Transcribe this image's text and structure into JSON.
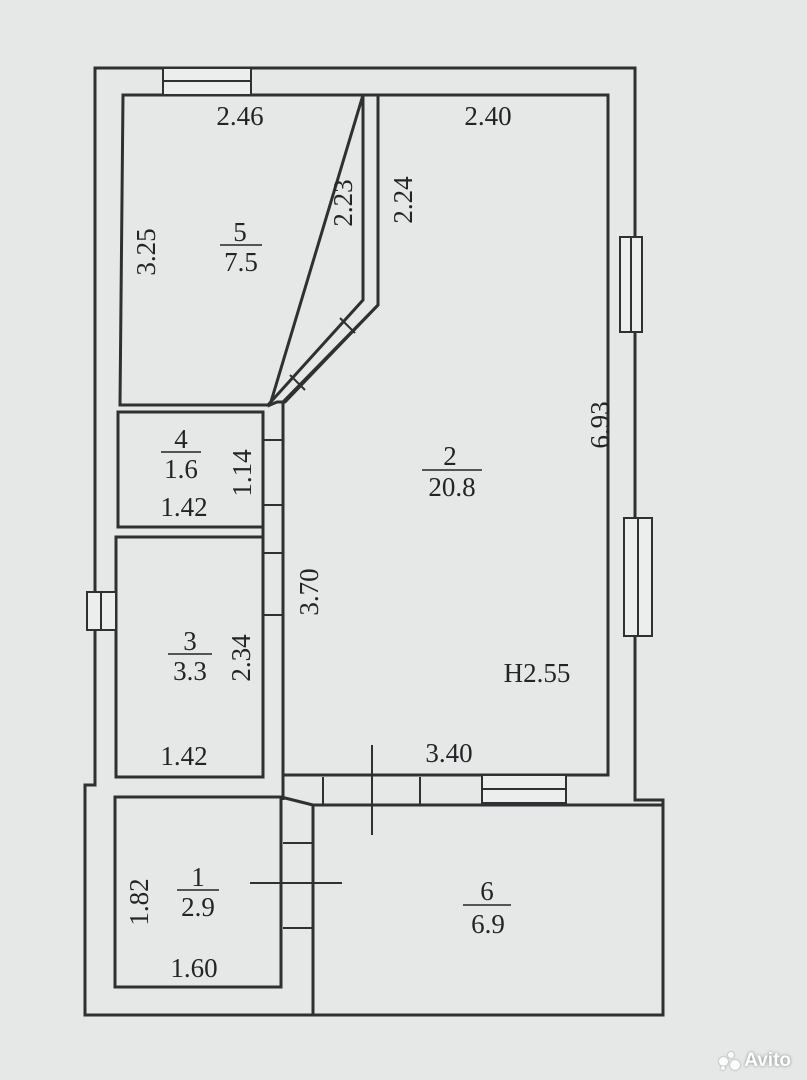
{
  "rooms": [
    {
      "id": "5",
      "area": "7.5"
    },
    {
      "id": "4",
      "area": "1.6"
    },
    {
      "id": "2",
      "area": "20.8"
    },
    {
      "id": "3",
      "area": "3.3"
    },
    {
      "id": "1",
      "area": "2.9"
    },
    {
      "id": "6",
      "area": "6.9"
    }
  ],
  "dimensions": {
    "room5_width": "2.46",
    "room5_height": "3.25",
    "partition_left": "2.23",
    "partition_right": "2.24",
    "room2_top_width": "2.40",
    "room2_height": "6.93",
    "room4_height": "1.14",
    "room4_width": "1.42",
    "room2_left_height": "3.70",
    "room3_height": "2.34",
    "room3_width": "1.42",
    "room2_bottom_width": "3.40",
    "room1_height": "1.82",
    "room1_width": "1.60"
  },
  "ceiling_height": "H2.55",
  "watermark": "Avito"
}
